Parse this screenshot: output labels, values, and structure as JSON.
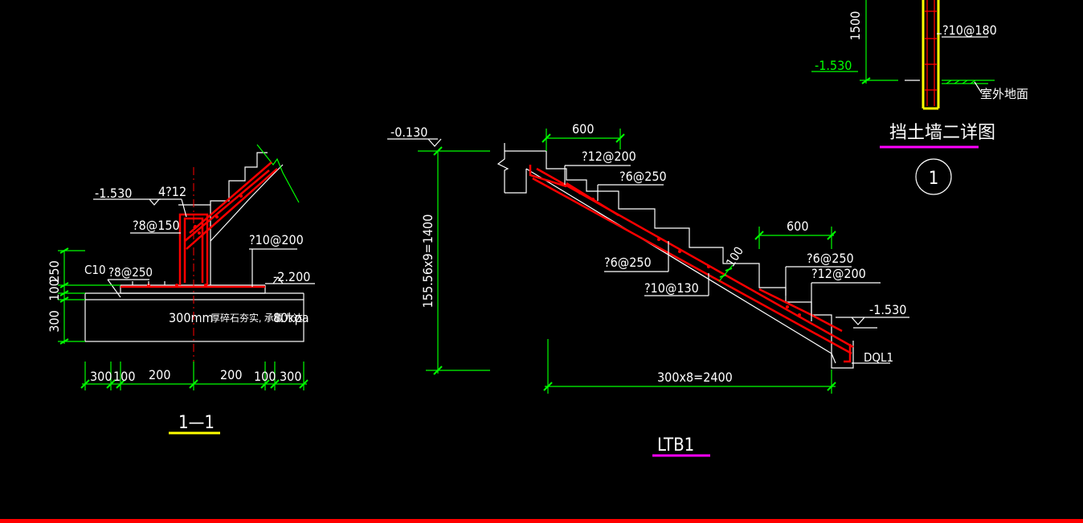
{
  "colors": {
    "background": "#000000",
    "line": "#ffffff",
    "dimension": "#00ff00",
    "rebar": "#ff0000",
    "title_underline_1": "#ffff00",
    "title_underline_2": "#ff00ff",
    "bottom_bar": "#ff0000"
  },
  "section_1_1": {
    "title": "1—1",
    "elev_top": "-1.530",
    "elev_right": "-2.200",
    "rebar_4_12": "4?12",
    "rebar_8_150": "?8@150",
    "rebar_10_200": "?10@200",
    "rebar_c10_label": "C10",
    "rebar_8_250": "?8@250",
    "base_note_prefix": "300mm",
    "base_note_mid": "厚碎石夯实, 承载力达",
    "base_note_suffix": "80kpa",
    "vdim_1": "250",
    "vdim_2": "100",
    "vdim_3": "300",
    "hdim": [
      "300",
      "100",
      "200",
      "200",
      "100",
      "300"
    ]
  },
  "ltb1": {
    "title": "LTB1",
    "elev_top": "-0.130",
    "elev_bottom": "-1.530",
    "height_dim": "155.56x9=1400",
    "width_dim": "300x8=2400",
    "top_dim": "600",
    "bottom_dim": "600",
    "rebar_top_1": "?12@200",
    "rebar_top_2": "?6@250",
    "rebar_mid_1": "?6@250",
    "rebar_mid_2": "?10@130",
    "thickness": "100",
    "rebar_bot_1": "?6@250",
    "rebar_bot_2": "?12@200",
    "beam_label": "DQL1"
  },
  "retaining_wall": {
    "title": "挡土墙二详图",
    "detail_number": "1",
    "height_dim": "1500",
    "rebar": "?10@180",
    "elev": "-1.530",
    "ground_label": "室外地面"
  }
}
